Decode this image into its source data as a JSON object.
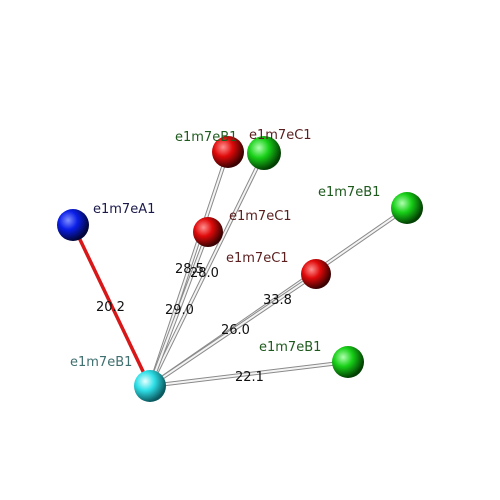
{
  "atoms": [
    {
      "id": "center",
      "label": "e1m7eB1",
      "color": "cyan",
      "label_color": "#3f6f6f"
    },
    {
      "id": "a1",
      "label": "e1m7eA1",
      "color": "blue",
      "label_color": "#1a1a4a"
    },
    {
      "id": "b_top",
      "label": "e1m7eB1",
      "color": "red",
      "label_color": "#1e5a1e"
    },
    {
      "id": "c_top",
      "label": "e1m7eC1",
      "color": "green",
      "label_color": "#5a1e1e"
    },
    {
      "id": "c_mid",
      "label": "e1m7eC1",
      "color": "red",
      "label_color": "#5a1e1e"
    },
    {
      "id": "b_right",
      "label": "e1m7eB1",
      "color": "green",
      "label_color": "#1e5a1e"
    },
    {
      "id": "c_low",
      "label": "e1m7eC1",
      "color": "red",
      "label_color": "#5a1e1e"
    },
    {
      "id": "b_low",
      "label": "e1m7eB1",
      "color": "green",
      "label_color": "#1e5a1e"
    }
  ],
  "bonds": [
    {
      "to": "a1",
      "distance": "20.2",
      "style": "red"
    },
    {
      "to": "b_top",
      "distance": "28.5",
      "style": "gray"
    },
    {
      "to": "c_top",
      "distance": "28.0",
      "style": "gray"
    },
    {
      "to": "c_mid",
      "distance": "29.0",
      "style": "gray"
    },
    {
      "to": "b_right",
      "distance": "33.8",
      "style": "gray"
    },
    {
      "to": "c_low",
      "distance": "26.0",
      "style": "gray"
    },
    {
      "to": "b_low",
      "distance": "22.1",
      "style": "gray"
    }
  ],
  "colors": {
    "cyan": "#2fe0e8",
    "blue": "#0a1ee8",
    "red": "#e00a0a",
    "green": "#18d018",
    "bond_red": "#d81818",
    "bond_gray": "#c8c8c8"
  }
}
